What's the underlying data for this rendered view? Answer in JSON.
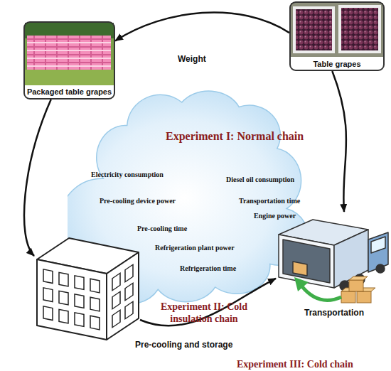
{
  "diagram": {
    "nodes": [
      {
        "text": [
          "Table grapes"
        ]
      },
      {
        "text": [
          "Packaged table grapes"
        ]
      },
      {
        "text": [
          "Experiment I: Normal chain",
          "Electricity consumption",
          "Diesel oil consumption",
          "Pre-cooling device power",
          "Transportation time",
          "Engine power",
          "Pre-cooling time",
          "Refrigeration plant power",
          "Refrigeration time"
        ]
      },
      {
        "text": [
          "Pre-cooling and storage"
        ]
      },
      {
        "text": [
          "Transportation"
        ]
      }
    ],
    "edges": [
      {
        "from": 0,
        "to": 1,
        "label": "Weight",
        "arrow": "to"
      },
      {
        "from": 0,
        "to": 4,
        "arrow": "to"
      },
      {
        "from": 1,
        "to": 3,
        "arrow": "to"
      },
      {
        "from": 3,
        "to": 4,
        "arrow": "to"
      }
    ],
    "labels": [
      "Experiment II: Cold insulation chain",
      "Experiment III: Cold chain"
    ]
  }
}
